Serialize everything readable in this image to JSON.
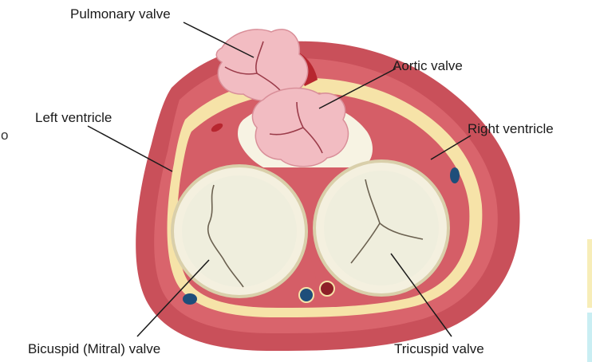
{
  "labels": {
    "pulmonary_valve": "Pulmonary valve",
    "aortic_valve": "Aortic valve",
    "left_ventricle": "Left ventricle",
    "right_ventricle": "Right ventricle",
    "bicuspid_valve": "Bicuspid (Mitral) valve",
    "tricuspid_valve": "Tricuspid valve"
  },
  "stray_text": "o",
  "colors": {
    "outer_wall": "#c9505a",
    "muscle": "#d9646c",
    "fat": "#f6e3a8",
    "valve_ring": "#f4f0df",
    "valve_fill": "#efeedd",
    "center": "#f7f3e3",
    "great_vessel": "#f2bcc2",
    "vessel_red": "#b7262f",
    "vessel_blue": "#1e4e7a",
    "leader_line": "#1a1a1a",
    "edge_cyan": "#c9eef3",
    "edge_yellow": "#f7edb8"
  }
}
